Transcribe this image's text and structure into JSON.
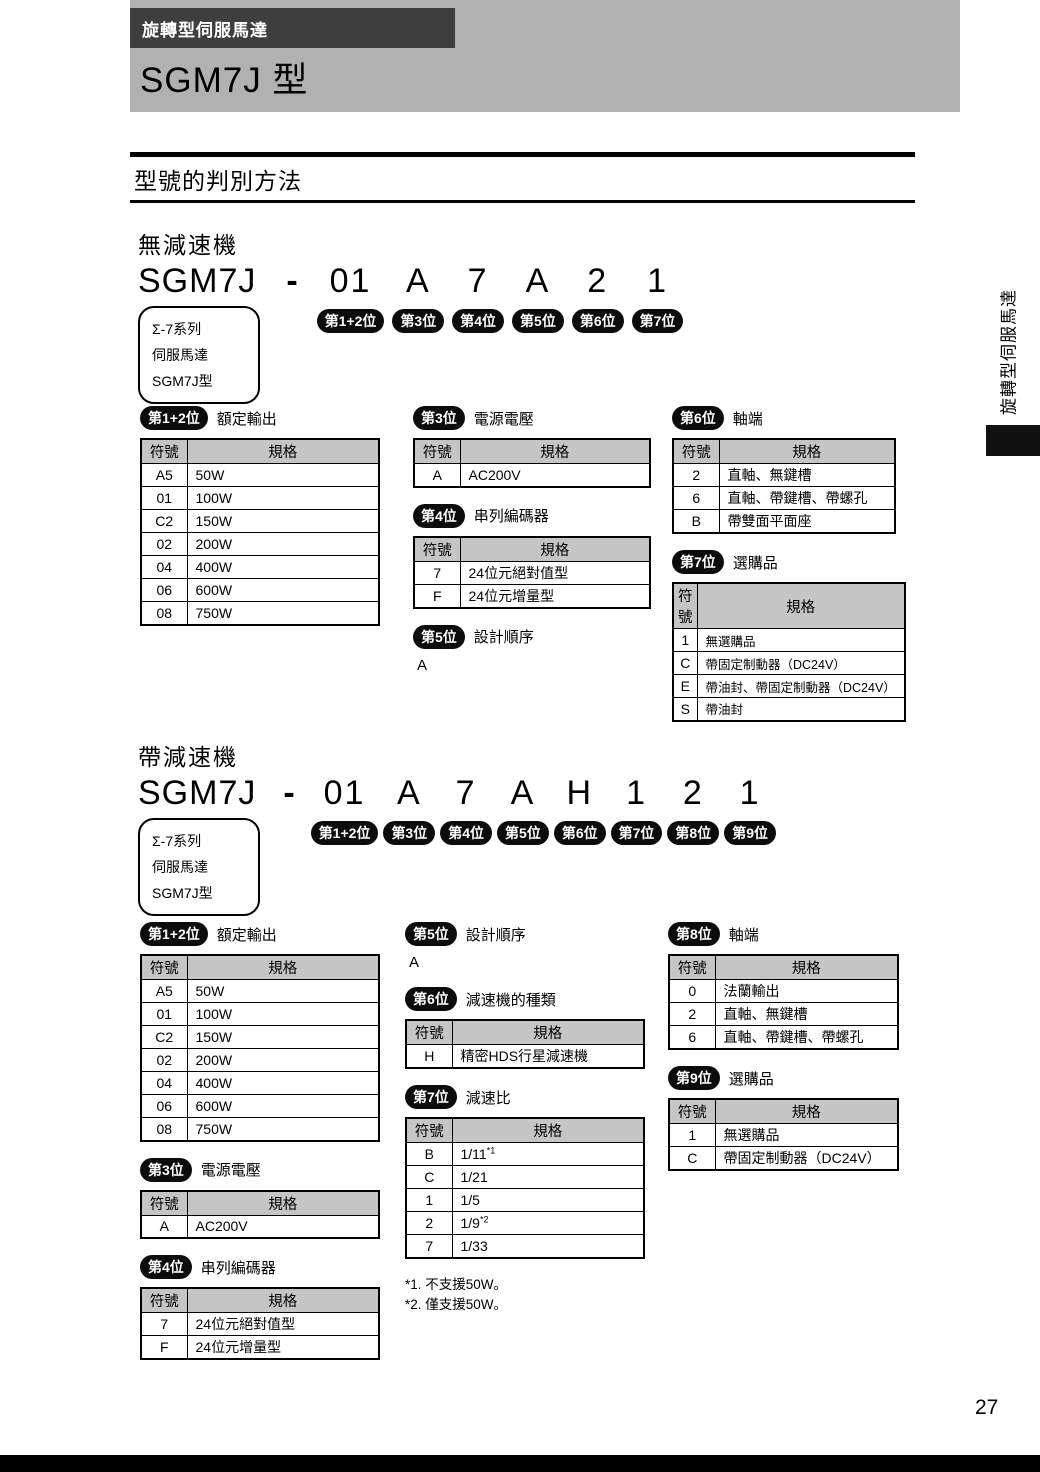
{
  "header": {
    "category_tab": "旋轉型伺服馬達",
    "model_title": "SGM7J 型"
  },
  "side": {
    "vertical_label": "旋轉型伺服馬達"
  },
  "section_title": "型號的判別方法",
  "footer": {
    "page_number": "27"
  },
  "col_headers": {
    "symbol": "符號",
    "spec": "規格"
  },
  "series_box": {
    "l1": "Σ-7系列",
    "l2": "伺服馬達",
    "l3": "SGM7J型"
  },
  "no_gear": {
    "heading": "無減速機",
    "model_prefix": "SGM7J",
    "model_dash": "-",
    "positions": [
      {
        "char": "01",
        "badge": "第1+2位"
      },
      {
        "char": "A",
        "badge": "第3位"
      },
      {
        "char": "7",
        "badge": "第4位"
      },
      {
        "char": "A",
        "badge": "第5位"
      },
      {
        "char": "2",
        "badge": "第6位"
      },
      {
        "char": "1",
        "badge": "第7位"
      }
    ],
    "blocks": {
      "rated_output": {
        "badge": "第1+2位",
        "label": "額定輸出",
        "rows": [
          [
            "A5",
            "50W"
          ],
          [
            "01",
            "100W"
          ],
          [
            "C2",
            "150W"
          ],
          [
            "02",
            "200W"
          ],
          [
            "04",
            "400W"
          ],
          [
            "06",
            "600W"
          ],
          [
            "08",
            "750W"
          ]
        ]
      },
      "voltage": {
        "badge": "第3位",
        "label": "電源電壓",
        "rows": [
          [
            "A",
            "AC200V"
          ]
        ]
      },
      "encoder": {
        "badge": "第4位",
        "label": "串列編碼器",
        "rows": [
          [
            "7",
            "24位元絕對值型"
          ],
          [
            "F",
            "24位元增量型"
          ]
        ]
      },
      "design": {
        "badge": "第5位",
        "label": "設計順序",
        "value": "A"
      },
      "shaft": {
        "badge": "第6位",
        "label": "軸端",
        "rows": [
          [
            "2",
            "直軸、無鍵槽"
          ],
          [
            "6",
            "直軸、帶鍵槽、帶螺孔"
          ],
          [
            "B",
            "帶雙面平面座"
          ]
        ]
      },
      "options": {
        "badge": "第7位",
        "label": "選購品",
        "rows": [
          [
            "1",
            "無選購品"
          ],
          [
            "C",
            "帶固定制動器（DC24V）"
          ],
          [
            "E",
            "帶油封、帶固定制動器（DC24V）"
          ],
          [
            "S",
            "帶油封"
          ]
        ]
      }
    }
  },
  "with_gear": {
    "heading": "帶減速機",
    "model_prefix": "SGM7J",
    "model_dash": "-",
    "positions": [
      {
        "char": "01",
        "badge": "第1+2位"
      },
      {
        "char": "A",
        "badge": "第3位"
      },
      {
        "char": "7",
        "badge": "第4位"
      },
      {
        "char": "A",
        "badge": "第5位"
      },
      {
        "char": "H",
        "badge": "第6位"
      },
      {
        "char": "1",
        "badge": "第7位"
      },
      {
        "char": "2",
        "badge": "第8位"
      },
      {
        "char": "1",
        "badge": "第9位"
      }
    ],
    "blocks": {
      "rated_output": {
        "badge": "第1+2位",
        "label": "額定輸出",
        "rows": [
          [
            "A5",
            "50W"
          ],
          [
            "01",
            "100W"
          ],
          [
            "C2",
            "150W"
          ],
          [
            "02",
            "200W"
          ],
          [
            "04",
            "400W"
          ],
          [
            "06",
            "600W"
          ],
          [
            "08",
            "750W"
          ]
        ]
      },
      "voltage": {
        "badge": "第3位",
        "label": "電源電壓",
        "rows": [
          [
            "A",
            "AC200V"
          ]
        ]
      },
      "encoder": {
        "badge": "第4位",
        "label": "串列編碼器",
        "rows": [
          [
            "7",
            "24位元絕對值型"
          ],
          [
            "F",
            "24位元增量型"
          ]
        ]
      },
      "design": {
        "badge": "第5位",
        "label": "設計順序",
        "value": "A"
      },
      "gear_type": {
        "badge": "第6位",
        "label": "減速機的種類",
        "rows": [
          [
            "H",
            "精密HDS行星減速機"
          ]
        ]
      },
      "gear_ratio": {
        "badge": "第7位",
        "label": "減速比",
        "rows": [
          [
            "B",
            "1/11",
            "*1"
          ],
          [
            "C",
            "1/21"
          ],
          [
            "1",
            "1/5"
          ],
          [
            "2",
            "1/9",
            "*2"
          ],
          [
            "7",
            "1/33"
          ]
        ]
      },
      "shaft": {
        "badge": "第8位",
        "label": "軸端",
        "rows": [
          [
            "0",
            "法蘭輸出"
          ],
          [
            "2",
            "直軸、無鍵槽"
          ],
          [
            "6",
            "直軸、帶鍵槽、帶螺孔"
          ]
        ]
      },
      "options": {
        "badge": "第9位",
        "label": "選購品",
        "rows": [
          [
            "1",
            "無選購品"
          ],
          [
            "C",
            "帶固定制動器（DC24V）"
          ]
        ]
      }
    },
    "notes": [
      "*1. 不支援50W。",
      "*2. 僅支援50W。"
    ]
  }
}
